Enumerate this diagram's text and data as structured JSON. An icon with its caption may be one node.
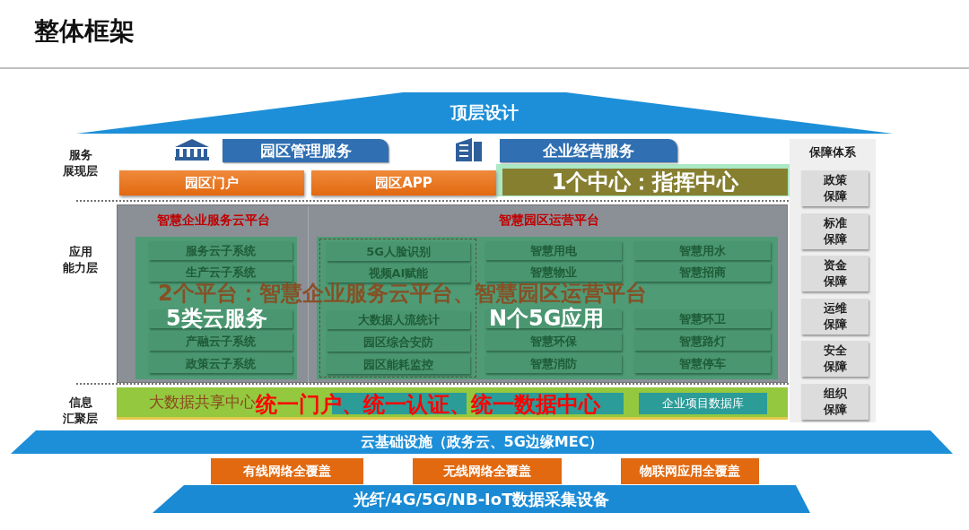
{
  "diagram": {
    "title": "整体框架",
    "nodes": [
      {
        "text": [
          "顶层设计"
        ]
      },
      {
        "text": [
          "园区管理服务"
        ]
      },
      {
        "text": [
          "企业经营服务"
        ]
      },
      {
        "text": [
          "园区门户"
        ]
      },
      {
        "text": [
          "园区APP"
        ]
      },
      {
        "text": [
          "1个中心：指挥中心"
        ]
      },
      {
        "text": [
          "保障体系"
        ]
      },
      {
        "text": [
          "政策保障"
        ],
        "in": 6
      },
      {
        "text": [
          "标准保障"
        ],
        "in": 6
      },
      {
        "text": [
          "资金保障"
        ],
        "in": 6
      },
      {
        "text": [
          "运维保障"
        ],
        "in": 6
      },
      {
        "text": [
          "安全保障"
        ],
        "in": 6
      },
      {
        "text": [
          "组织保障"
        ],
        "in": 6
      },
      {
        "text": [],
        "shape": "box"
      },
      {
        "text": [
          "智慧企业服务云平台"
        ],
        "in": 13
      },
      {
        "text": [],
        "shape": "box",
        "in": 14
      },
      {
        "text": [
          "服务云子系统"
        ],
        "in": 15
      },
      {
        "text": [
          "生产云子系统"
        ],
        "in": 15
      },
      {
        "text": [],
        "shape": "box",
        "in": 15
      },
      {
        "text": [
          "产融云子系统"
        ],
        "in": 15
      },
      {
        "text": [
          "政策云子系统"
        ],
        "in": 15
      },
      {
        "text": [
          "智慧园区运营平台"
        ],
        "in": 13
      },
      {
        "text": [],
        "shape": "box",
        "in": 21
      },
      {
        "text": [],
        "shape": "box",
        "in": 22
      },
      {
        "text": [
          "5G人脸识别"
        ],
        "in": 23
      },
      {
        "text": [
          "视频AI赋能"
        ],
        "in": 23
      },
      {
        "text": [
          "大数据人流统计"
        ],
        "in": 23
      },
      {
        "text": [
          "园区综合安防"
        ],
        "in": 23
      },
      {
        "text": [
          "园区能耗监控"
        ],
        "in": 23
      },
      {
        "text": [
          "智慧用电"
        ],
        "in": 22
      },
      {
        "text": [
          "智慧用水"
        ],
        "in": 22
      },
      {
        "text": [
          "智慧物业"
        ],
        "in": 22
      },
      {
        "text": [
          "智慧招商"
        ],
        "in": 22
      },
      {
        "text": [],
        "shape": "box",
        "in": 22
      },
      {
        "text": [
          "智慧环卫"
        ],
        "in": 22
      },
      {
        "text": [
          "智慧环保"
        ],
        "in": 22
      },
      {
        "text": [
          "智慧路灯"
        ],
        "in": 22
      },
      {
        "text": [
          "智慧消防"
        ],
        "in": 22
      },
      {
        "text": [
          "智慧停车"
        ],
        "in": 22
      },
      {
        "text": [
          "大数据共享中心"
        ]
      },
      {
        "text": [],
        "shape": "box",
        "in": 39
      },
      {
        "text": [],
        "shape": "box",
        "in": 39
      },
      {
        "text": [
          "企业项目数据库"
        ],
        "in": 39
      },
      {
        "text": [
          "云基础设施（政务云、5G边缘MEC）"
        ]
      },
      {
        "text": [
          "有线网络全覆盖"
        ]
      },
      {
        "text": [
          "无线网络全覆盖"
        ]
      },
      {
        "text": [
          "物联网应用全覆盖"
        ]
      },
      {
        "text": [
          "光纤/4G/5G/NB-IoT数据采集设备"
        ]
      }
    ],
    "labels": [
      "服务展现层",
      "应用能力层",
      "信息汇聚层",
      "2个平台：智慧企业服务云平台、智慧园区运营平台",
      "5类云服务",
      "N个5G应用",
      "统一门户、统一认证、统一数据中心"
    ]
  }
}
